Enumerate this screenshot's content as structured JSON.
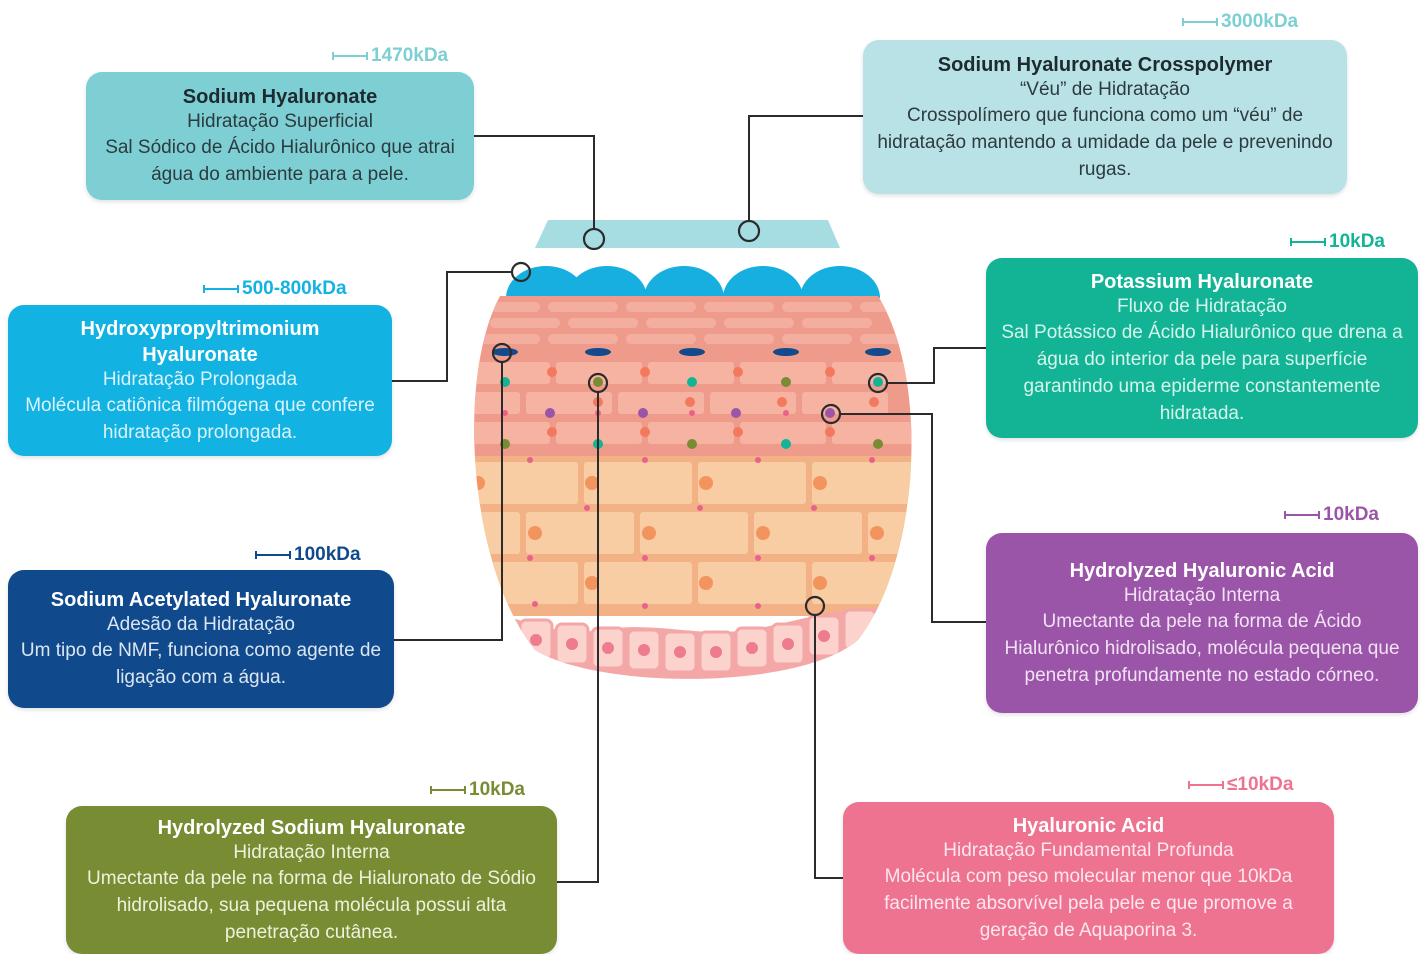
{
  "colors": {
    "teal_light": "#7ecfd3",
    "teal_pale": "#b9e2e6",
    "cyan": "#12b2e3",
    "green_teal": "#13b496",
    "navy": "#114a8c",
    "purple": "#9b55a8",
    "olive": "#788c34",
    "pink": "#ee7391",
    "skin_top": "#ee9d8f",
    "skin_mid": "#f6c49a",
    "skin_base": "#f5b3b0"
  },
  "cards": {
    "sodium": {
      "kda": "1470kDa",
      "title": "Sodium Hyaluronate",
      "subtitle": "Hidratação Superficial",
      "description": "Sal Sódico de Ácido Hialurônico que atrai água do ambiente para a pele."
    },
    "cross": {
      "kda": "3000kDa",
      "title": "Sodium Hyaluronate Crosspolymer",
      "subtitle": "“Véu” de Hidratação",
      "description": "Crosspolímero que funciona como um “véu” de hidratação mantendo a umidade da pele e prevenindo rugas."
    },
    "hpth": {
      "kda": "500-800kDa",
      "title": "Hydroxypropyltrimonium Hyaluronate",
      "subtitle": "Hidratação Prolongada",
      "description": "Molécula catiônica filmógena que confere hidratação prolongada."
    },
    "potassium": {
      "kda": "10kDa",
      "title": "Potassium Hyaluronate",
      "subtitle": "Fluxo de Hidratação",
      "description": "Sal Potássico de Ácido Hialurônico que drena a água do interior da pele para superfície garantindo uma epiderme constantemente hidratada."
    },
    "acetyl": {
      "kda": "100kDa",
      "title": "Sodium Acetylated Hyaluronate",
      "subtitle": "Adesão da Hidratação",
      "description": "Um tipo de NMF, funciona como agente de ligação com a água."
    },
    "hydrolyzed_acid": {
      "kda": "10kDa",
      "title": "Hydrolyzed Hyaluronic Acid",
      "subtitle": "Hidratação Interna",
      "description": "Umectante da pele na forma de Ácido Hialurônico hidrolisado, molécula pequena que penetra profundamente no estado córneo."
    },
    "hydrolyzed_sodium": {
      "kda": "10kDa",
      "title": "Hydrolyzed Sodium Hyaluronate",
      "subtitle": "Hidratação Interna",
      "description": "Umectante da pele na forma de Hialuronato de Sódio hidrolisado, sua pequena molécula possui alta penetração cutânea."
    },
    "ha": {
      "kda": "≤10kDa",
      "title": "Hyaluronic Acid",
      "subtitle": "Hidratação Fundamental Profunda",
      "description": "Molécula com peso molecular menor que 10kDa facilmente absorvível pela pele e que promove a geração de Aquaporina 3."
    }
  }
}
